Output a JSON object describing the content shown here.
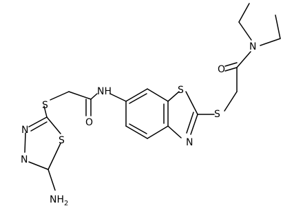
{
  "molecule": {
    "atoms": {
      "nh2_n": "NH",
      "nh2_sub": "2",
      "thiadiazole_n1": "N",
      "thiadiazole_n2": "N",
      "thiadiazole_s": "S",
      "thioether_s1": "S",
      "amide_o1": "O",
      "amide_nh": "NH",
      "benzothiazole_s": "S",
      "benzothiazole_n": "N",
      "thioether_s2": "S",
      "amide_o2": "O",
      "amide_n2": "N"
    }
  }
}
